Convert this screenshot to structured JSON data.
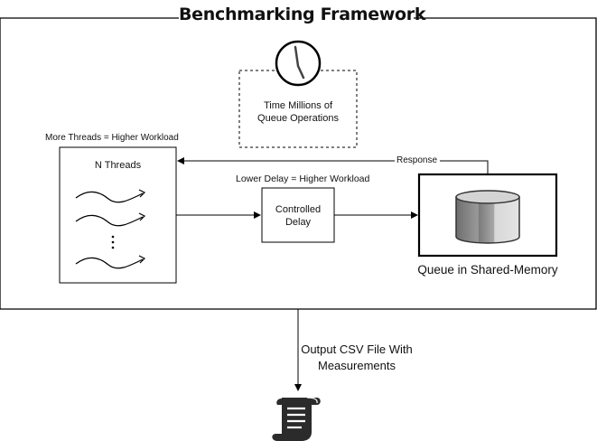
{
  "title": "Benchmarking Framework",
  "timer": {
    "label_line1": "Time Millions of",
    "label_line2": "Queue Operations",
    "icon": "clock-icon"
  },
  "threads": {
    "caption": "More Threads = Higher Workload",
    "title": "N Threads",
    "icon": "wavy-thread-arrow-icon"
  },
  "delay": {
    "caption": "Lower Delay = Higher Workload",
    "label_line1": "Controlled",
    "label_line2": "Delay"
  },
  "response_label": "Response",
  "queue": {
    "label": "Queue in Shared-Memory",
    "icon": "database-cylinder-icon"
  },
  "output": {
    "label_line1": "Output CSV File With",
    "label_line2": "Measurements",
    "icon": "scroll-document-icon"
  }
}
